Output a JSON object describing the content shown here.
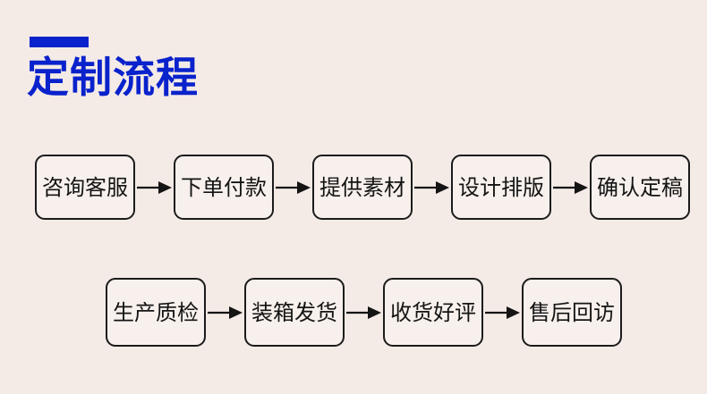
{
  "page": {
    "background_color": "#f4ebe6",
    "accent_color": "#0a22cc",
    "title": "定制流程"
  },
  "header": {
    "accent_bar_name": "accent-bar",
    "title": "定制流程"
  },
  "flow": {
    "node_border_color": "#1b1b1b",
    "node_fill_color": "#f7f0ec",
    "node_text_color": "#141414",
    "arrow_color": "#141414",
    "rows": [
      {
        "row_name": "flow-row-1",
        "nodes": [
          {
            "label": "咨询客服"
          },
          {
            "label": "下单付款"
          },
          {
            "label": "提供素材"
          },
          {
            "label": "设计排版"
          },
          {
            "label": "确认定稿"
          }
        ]
      },
      {
        "row_name": "flow-row-2",
        "nodes": [
          {
            "label": "生产质检"
          },
          {
            "label": "装箱发货"
          },
          {
            "label": "收货好评"
          },
          {
            "label": "售后回访"
          }
        ]
      }
    ]
  }
}
